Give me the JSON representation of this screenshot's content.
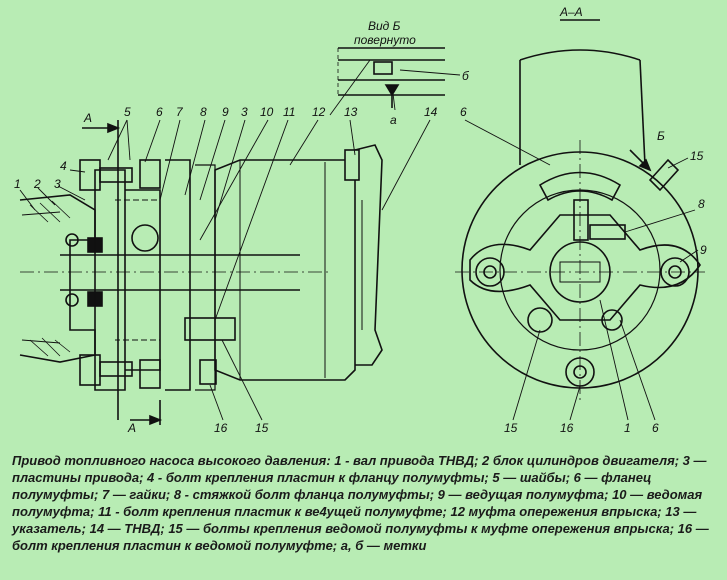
{
  "labels": {
    "view_b_title": "Вид Б",
    "view_b_sub": "повернуто",
    "section_aa": "А–А",
    "arrow_a_top": "А",
    "arrow_a_bottom": "А",
    "arrow_b": "Б",
    "mark_b": "б",
    "mark_a": "а",
    "left_callouts": [
      "1",
      "2",
      "3",
      "4",
      "5",
      "6",
      "7",
      "8",
      "9",
      "3",
      "10",
      "11",
      "12",
      "13",
      "14",
      "16",
      "15"
    ],
    "right_callouts": [
      "6",
      "15",
      "8",
      "9",
      "15",
      "16",
      "1",
      "6"
    ]
  },
  "caption": "Привод топливного насоса высокого давления: 1 - вал привода ТНВД; 2 блок цилиндров двигателя; 3 — пластины привода; 4 - болт крепления пластин к фланцу полумуфты; 5 — шайбы; 6 — фланец полумуфты; 7 — гайки; 8 - стяжкой болт фланца полумуфты; 9 — ведущая полумуфта; 10 — ведомая полумуфта; 11 - болт крепления пластик к ве4ущей полумуфте; 12 муфта опережения впрыска; 13 — указатель; 14 — ТНВД; 15 — болты крепления ведомой полумуфты к муфте опережения впрыска; 16 — болт крепления пластин к ведомой полумуфте; а, б — метки",
  "colors": {
    "background": "#b8ecb4",
    "ink": "#111111",
    "caption_border": "#ffffff"
  }
}
